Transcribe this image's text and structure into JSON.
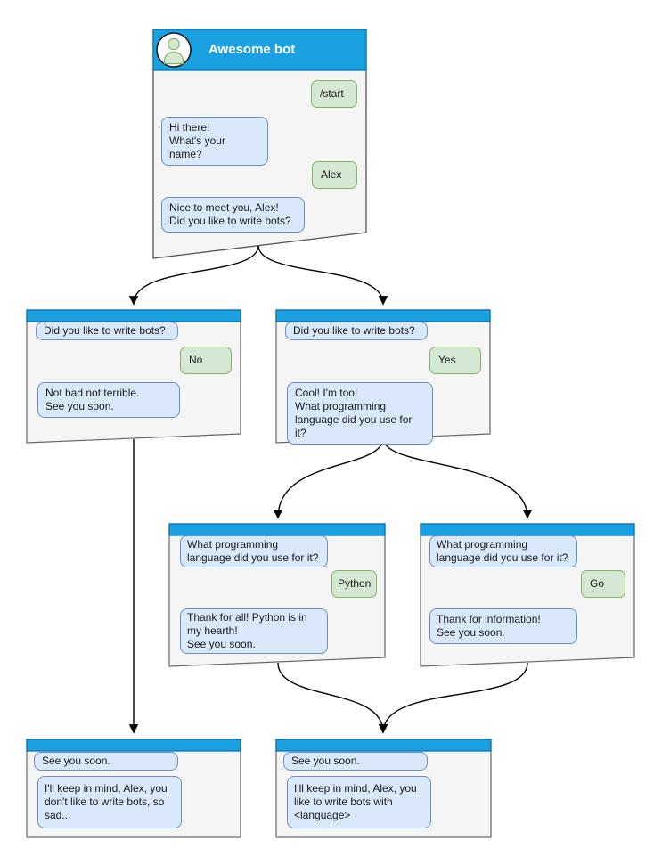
{
  "diagram_type": "chatbot-conversation-flowchart",
  "colors": {
    "header_blue": "#1ba1e2",
    "header_blue_border": "#006eaf",
    "window_body": "#f5f5f5",
    "window_border": "#666666",
    "bot_bubble_fill": "#dae8fc",
    "bot_bubble_border": "#6c8ebf",
    "user_bubble_fill": "#d5e8d4",
    "user_bubble_border": "#82b366",
    "connector": "#000000"
  },
  "windows": [
    {
      "name": "main",
      "title": "Awesome bot",
      "messages": [
        "/start",
        "Hi there!\nWhat's your name?",
        "Alex",
        "Nice to meet you, Alex!\nDid you like to write bots?"
      ]
    },
    {
      "name": "branch_no",
      "messages": [
        "Did you like to write bots?",
        "No",
        "Not bad not terrible.\nSee you soon."
      ]
    },
    {
      "name": "branch_yes",
      "messages": [
        "Did you like to write bots?",
        "Yes",
        "Cool! I'm too!\nWhat programming\nlanguage did you use for it?"
      ]
    },
    {
      "name": "python",
      "messages": [
        "What programming\nlanguage did you use for it?",
        "Python",
        "Thank for all! Python is in\nmy hearth!\nSee you soon."
      ]
    },
    {
      "name": "go",
      "messages": [
        "What programming\nlanguage did you use for it?",
        "Go",
        "Thank for information!\nSee you soon."
      ]
    },
    {
      "name": "end_no",
      "messages": [
        "See you soon.",
        "I'll keep in mind, Alex, you\ndon't like to write bots, so\nsad..."
      ]
    },
    {
      "name": "end_yes",
      "messages": [
        "See you soon.",
        "I'll keep in mind, Alex, you\nlike to write bots with\n<language>"
      ]
    }
  ]
}
